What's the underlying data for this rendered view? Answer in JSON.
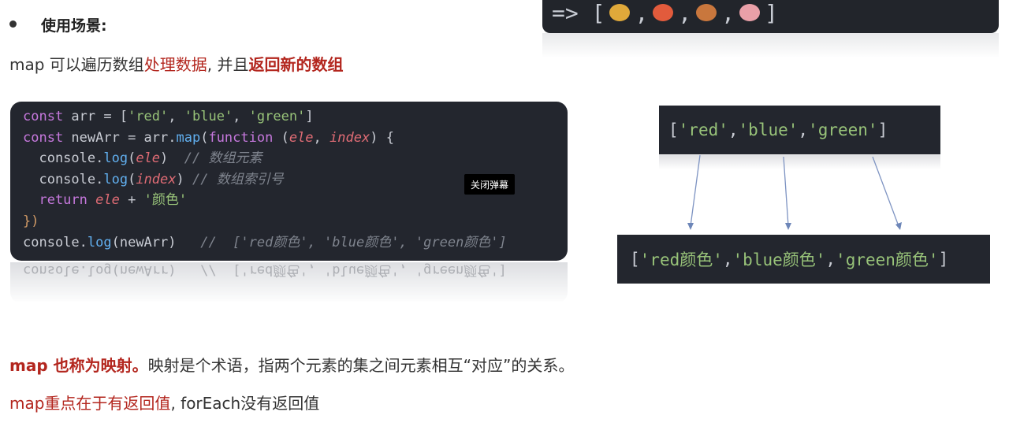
{
  "top_snippet": {
    "prefix": "=> [",
    "sep": ",",
    "suffix": "]"
  },
  "heading": {
    "bullet": "●",
    "text": "使用场景:"
  },
  "intro": {
    "part1": "map 可以遍历数组",
    "part2": "处理数据",
    "part3": ", 并且",
    "part4": "返回新的数组"
  },
  "code": {
    "line1_a": "const",
    "line1_b": " arr = [",
    "line1_s1": "'red'",
    "line1_c1": ", ",
    "line1_s2": "'blue'",
    "line1_c2": ", ",
    "line1_s3": "'green'",
    "line1_e": "]",
    "line2_a": "const",
    "line2_b": " newArr = arr.",
    "line2_fn": "map",
    "line2_c": "(",
    "line2_kw": "function",
    "line2_d": " (",
    "line2_p1": "ele",
    "line2_e": ", ",
    "line2_p2": "index",
    "line2_f": ") {",
    "line3_a": "  console.",
    "line3_fn": "log",
    "line3_b": "(",
    "line3_p": "ele",
    "line3_c": ")  ",
    "line3_cm": "// 数组元素",
    "line4_a": "  console.",
    "line4_fn": "log",
    "line4_b": "(",
    "line4_p": "index",
    "line4_c": ") ",
    "line4_cm": "// 数组索引号",
    "line5_kw": "  return",
    "line5_b": " ",
    "line5_p": "ele",
    "line5_c": " + ",
    "line5_s": "'颜色'",
    "line6": "})",
    "line7_a": "console.",
    "line7_fn": "log",
    "line7_b": "(newArr)   ",
    "line7_cm": "//  ['red颜色', 'blue颜色', 'green颜色']",
    "reflection": "console.log(newArr)   //  ['red颜色', 'blue颜色', 'green颜色']"
  },
  "tooltip": "关闭弹幕",
  "diagram": {
    "input": {
      "open": "[",
      "s1": "'red'",
      "c1": ", ",
      "s2": "'blue'",
      "c2": ", ",
      "s3": "'green'",
      "close": "]"
    },
    "output": {
      "open": "[",
      "s1": "'red颜色'",
      "c1": ", ",
      "s2": "'blue颜色'",
      "c2": ", ",
      "s3": "'green颜色'",
      "close": "]"
    }
  },
  "line2": {
    "bold": "map 也称为映射。",
    "rest": "映射是个术语，指两个元素的集之间元素相互“对应”的关系。"
  },
  "line3": {
    "red": "map重点在于有返回值",
    "rest": ", forEach没有返回值"
  }
}
